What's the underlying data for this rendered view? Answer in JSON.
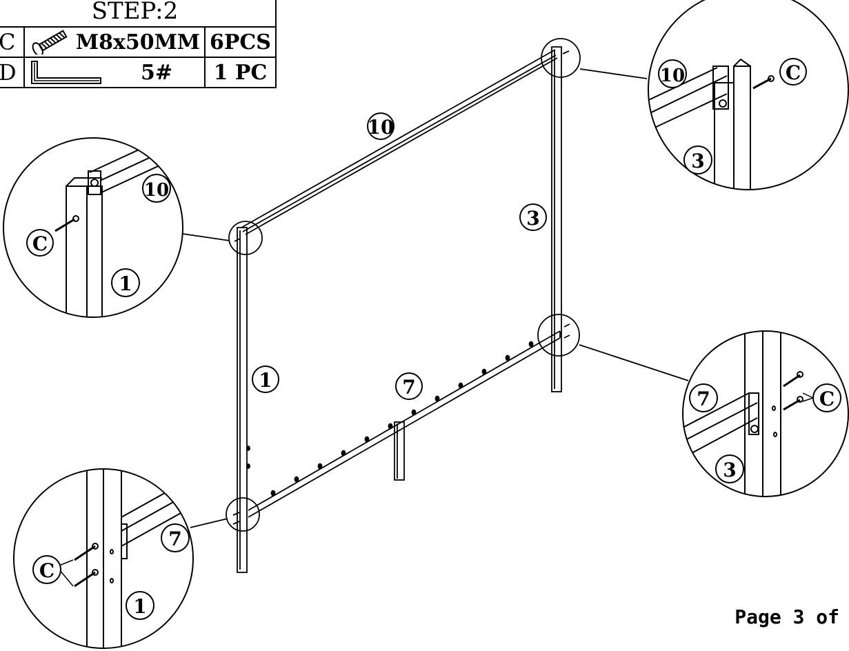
{
  "step_title": "STEP:2",
  "parts": [
    {
      "code": "C",
      "icon": "bolt-icon",
      "spec": "M8x50MM",
      "qty": "6PCS"
    },
    {
      "code": "D",
      "icon": "allen-key-icon",
      "spec": "5#",
      "qty": "1 PC"
    }
  ],
  "labels": {
    "top_rail": "10",
    "right_post": "3",
    "left_post": "1",
    "bottom_rail": "7",
    "bolt": "C"
  },
  "footer": {
    "page": "Page 3 of"
  }
}
